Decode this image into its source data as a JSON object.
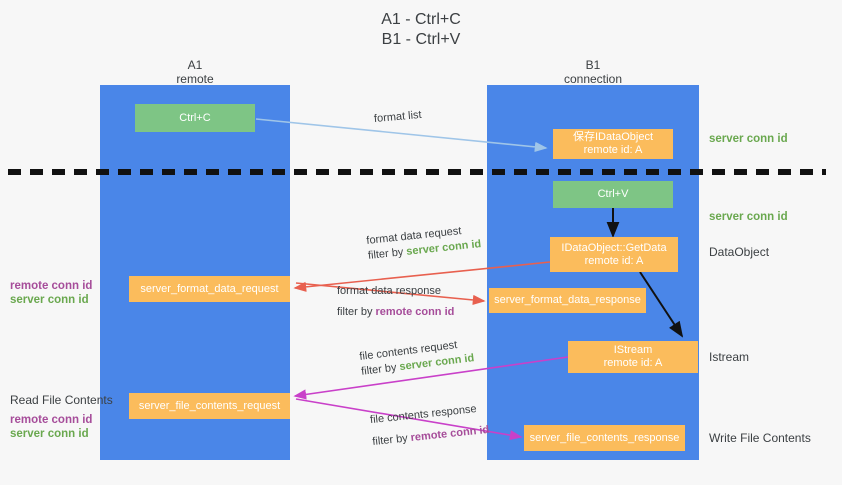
{
  "title": {
    "line1": "A1 - Ctrl+C",
    "line2": "B1 - Ctrl+V"
  },
  "colors": {
    "lane": "#4a86e8",
    "green_box": "#7ec585",
    "orange_box": "#fbbc5c",
    "server_conn_id": "#6aa84f",
    "remote_conn_id": "#a64d9a",
    "arrow_blue": "#9fc5e8",
    "arrow_red": "#e8604f",
    "arrow_magenta": "#c940c9",
    "arrow_black": "#111111",
    "background": "#f7f7f7"
  },
  "columns": [
    {
      "name": "A1",
      "sub": "remote"
    },
    {
      "name": "B1",
      "sub": "connection"
    }
  ],
  "nodes": {
    "ctrl_c": {
      "label": "Ctrl+C"
    },
    "save_idataobject": {
      "line1": "保存IDataObject",
      "line2": "remote id: A"
    },
    "ctrl_v": {
      "label": "Ctrl+V"
    },
    "getdata": {
      "line1": "IDataObject::GetData",
      "line2": "remote id: A"
    },
    "format_req": {
      "label": "server_format_data_request"
    },
    "format_resp": {
      "label": "server_format_data_response"
    },
    "istream": {
      "line1": "IStream",
      "line2": "remote id: A"
    },
    "file_req": {
      "label": "server_file_contents_request"
    },
    "file_resp": {
      "label": "server_file_contents_response"
    }
  },
  "edges": {
    "format_list": {
      "line1": "format list",
      "line2": ""
    },
    "format_data_req": {
      "line1": "format data request",
      "filter_prefix": "filter by ",
      "filter_value": "server conn id"
    },
    "format_data_resp": {
      "line1": "format data response",
      "filter_prefix": "filter by ",
      "filter_value": "remote conn id"
    },
    "file_contents_req": {
      "line1": "file contents request",
      "filter_prefix": "filter by ",
      "filter_value": "server conn id"
    },
    "file_contents_resp": {
      "line1": "file contents response",
      "filter_prefix": "filter by ",
      "filter_value": "remote conn id"
    }
  },
  "right_labels": {
    "server_conn_id_top": "server conn id",
    "server_conn_id_mid": "server conn id",
    "dataobject": "DataObject",
    "istream": "Istream",
    "write_file_contents": "Write File Contents"
  },
  "left_labels": {
    "remote_conn_id_1": "remote conn id",
    "server_conn_id_1": "server conn id",
    "read_file_contents": "Read File Contents",
    "remote_conn_id_2": "remote conn id",
    "server_conn_id_2": "server conn id"
  }
}
